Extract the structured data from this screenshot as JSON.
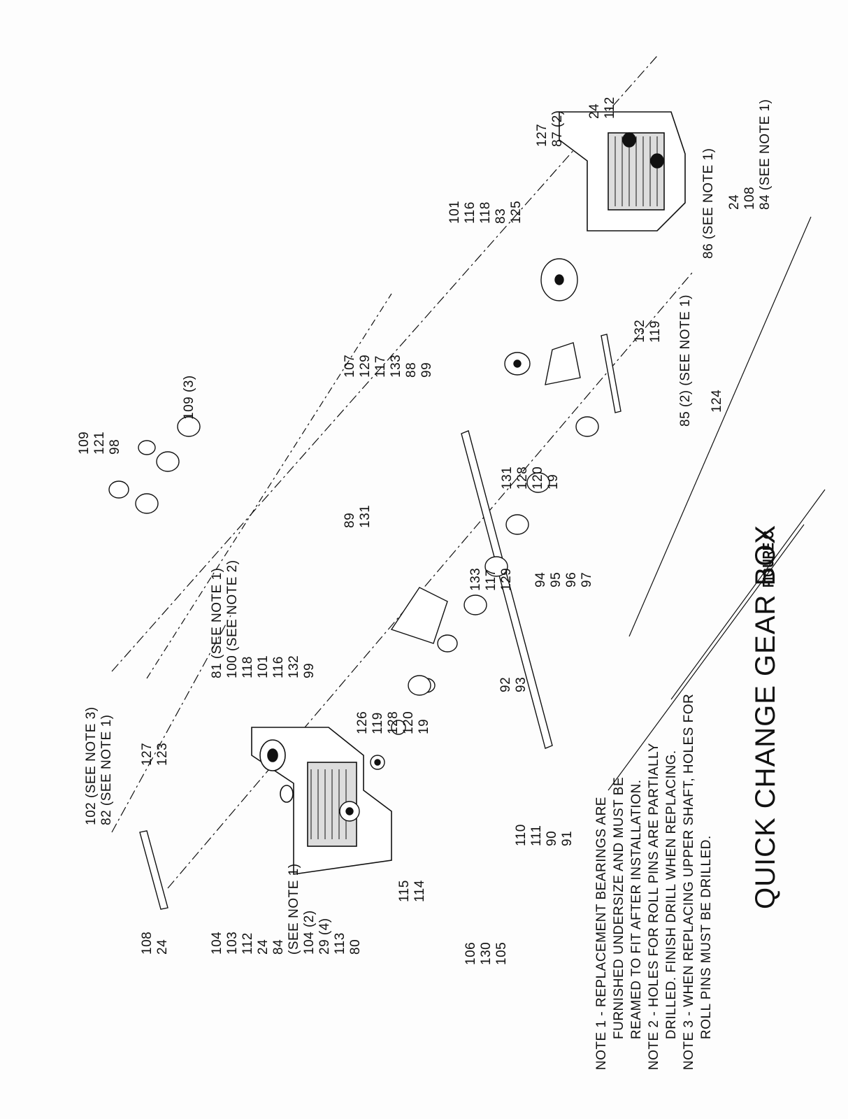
{
  "title": "QUICK CHANGE GEAR BOX",
  "subtitle": "FIGURE C",
  "notes": [
    "NOTE 1 - REPLACEMENT BEARINGS ARE",
    "FURNISHED UNDERSIZE AND MUST BE",
    "REAMED TO FIT AFTER INSTALLATION.",
    "NOTE 2 - HOLES FOR ROLL PINS ARE PARTIALLY",
    "DRILLED. FINISH DRILL WHEN REPLACING.",
    "NOTE 3 - WHEN REPLACING UPPER SHAFT, HOLES FOR",
    "ROLL PINS MUST BE DRILLED."
  ],
  "callouts": {
    "left_group": [
      "108",
      "24"
    ],
    "shaft_group": [
      "104",
      "103",
      "112",
      "24",
      "84",
      "(SEE NOTE 1)",
      "104 (2)",
      "29 (4)",
      "113",
      "80"
    ],
    "top_left_a": [
      "102 (SEE NOTE 3)",
      "82 (SEE NOTE 1)"
    ],
    "top_left_b": [
      "127",
      "123"
    ],
    "bearing_group": [
      "81 (SEE NOTE 1)",
      "100 (SEE NOTE 2)",
      "118",
      "101",
      "116",
      "132",
      "99"
    ],
    "left_lower_a": [
      "126",
      "119",
      "128",
      "120",
      "19"
    ],
    "left_top_gears": [
      "109",
      "121",
      "98"
    ],
    "left_top_gears_b": [
      "109 (3)"
    ],
    "center_upper": [
      "89",
      "131"
    ],
    "center_mid": [
      "133",
      "117",
      "129"
    ],
    "center_top": [
      "107",
      "129",
      "117",
      "133",
      "88",
      "99"
    ],
    "center_lower": [
      "131",
      "128",
      "120",
      "19"
    ],
    "gear_row": [
      "94",
      "95",
      "96",
      "97"
    ],
    "gear_row_b": [
      "92",
      "93"
    ],
    "gear_row_c": [
      "110",
      "111",
      "90",
      "91"
    ],
    "bottom_left": [
      "115",
      "114"
    ],
    "bottom_left_b": [
      "106",
      "130",
      "105"
    ],
    "right_mid": [
      "101",
      "116",
      "118",
      "83",
      "125"
    ],
    "right_top": [
      "127",
      "87 (2)"
    ],
    "right_far": [
      "24",
      "112"
    ],
    "right_lower": [
      "132",
      "119"
    ],
    "right_bottom": [
      "85 (2) (SEE NOTE 1)"
    ],
    "right_bottom_b": [
      "124"
    ],
    "right_case": [
      "86 (SEE NOTE 1)"
    ],
    "far_right": [
      "24",
      "108",
      "84 (SEE NOTE 1)"
    ]
  },
  "colors": {
    "ink": "#111111",
    "paper": "#fdfdfd"
  }
}
